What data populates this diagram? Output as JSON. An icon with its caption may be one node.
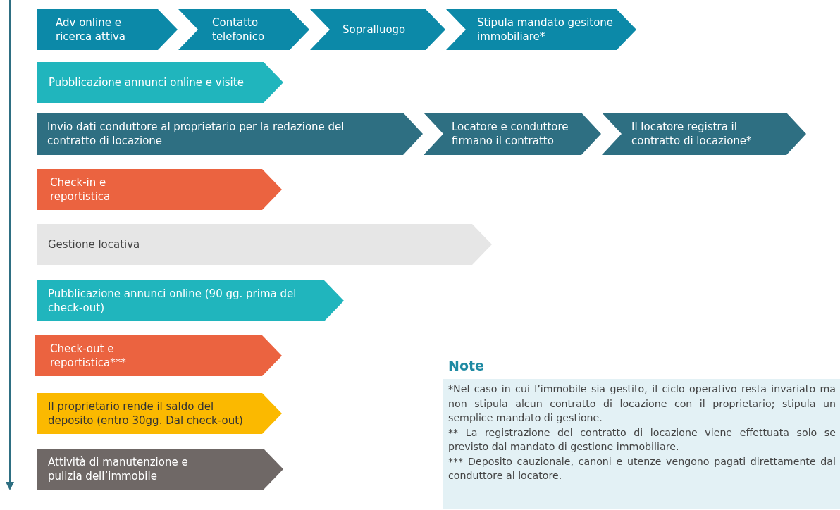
{
  "diagram": {
    "nodes": [
      {
        "text": [
          "Adv online e ricerca attiva"
        ]
      },
      {
        "text": [
          "Contatto telefonico"
        ]
      },
      {
        "text": [
          "Sopralluogo"
        ]
      },
      {
        "text": [
          "Stipula mandato gesitone immobiliare*"
        ]
      },
      {
        "text": [
          "Pubblicazione annunci online e visite"
        ]
      },
      {
        "text": [
          "Invio dati conduttore al proprietario per la redazione del contratto di locazione"
        ]
      },
      {
        "text": [
          "Locatore e conduttore firmano il contratto"
        ]
      },
      {
        "text": [
          "Il locatore registra il contratto di locazione*"
        ]
      },
      {
        "text": [
          "Check-in e reportistica"
        ]
      },
      {
        "text": [
          "Gestione locativa"
        ]
      },
      {
        "text": [
          "Pubblicazione annunci online (90 gg. prima del check-out)"
        ]
      },
      {
        "text": [
          "Check-out e reportistica***"
        ]
      },
      {
        "text": [
          "Il proprietario rende il saldo del deposito (entro 30gg. Dal check-out)"
        ]
      },
      {
        "text": [
          "Attività di manutenzione e pulizia dell’immobile"
        ]
      },
      {
        "text": [
          "Note",
          "*Nel caso in cui l’immobile sia gestito, il ciclo operativo resta invariato ma non stipula alcun contratto di locazione con il proprietario; stipula un semplice mandato di gestione.",
          "** La registrazione del contratto di locazione viene effettuata solo se previsto dal mandato di gestione immobiliare.",
          "*** Deposito cauzionale, canoni e utenze vengono pagati direttamente dal conduttore al locatore."
        ]
      }
    ]
  }
}
